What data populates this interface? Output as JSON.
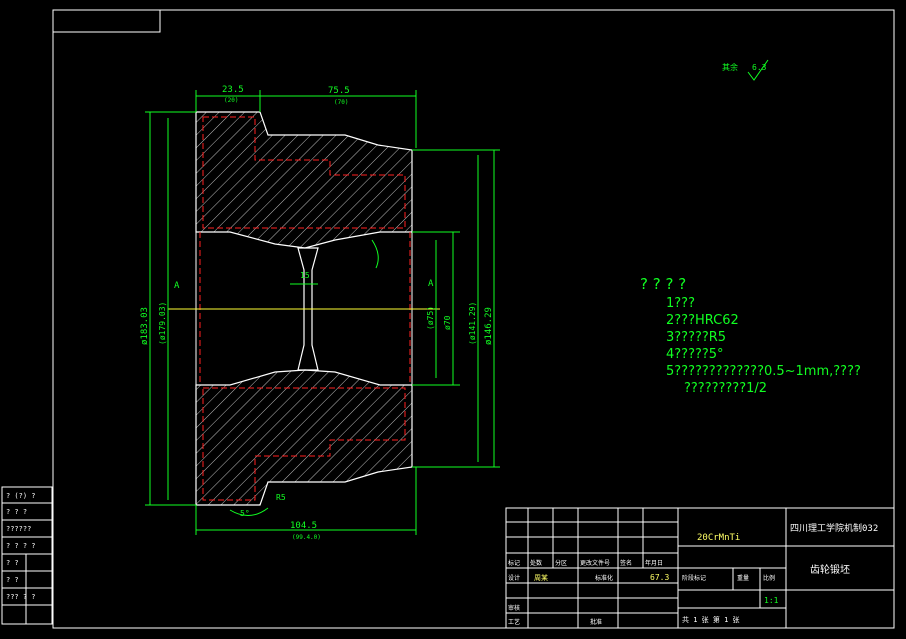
{
  "drawing": {
    "title_material": "20CrMnTi",
    "school": "四川理工学院机制032",
    "part_name": "齿轮锻坯",
    "scale": "1:1",
    "sheet_label": "共 1 张 第 1 张",
    "title_cells": [
      "标记",
      "处数",
      "分区",
      "更改文件号",
      "签名",
      "年月日"
    ],
    "title_cells2": [
      "设计",
      "周某",
      "标准化",
      "阶段标记",
      "重量",
      "比例"
    ],
    "title_cells3": [
      "审核",
      "工艺",
      "批准"
    ],
    "designer": "周某",
    "weight": "67.3",
    "roughness_symbol": "6.3",
    "roughness_prefix": "其余"
  },
  "dimensions": {
    "top_left": "23.5",
    "top_left_sub": "(20)",
    "top_right": "75.5",
    "top_right_sub": "(70)",
    "bottom": "104.5",
    "bottom_sub": "(99.4.0)",
    "outer_dia": "ø183.03",
    "outer_dia_ref": "(ø179.03)",
    "right_dia": "ø146.29",
    "right_dia_ref": "(ø141.29)",
    "bore_dia": "ø70",
    "bore_dia_ref": "(ø75)",
    "web": "15",
    "chamfer": "R5",
    "angle": "5°",
    "section": "A"
  },
  "notes": {
    "heading": "? ? ? ?",
    "lines": [
      "1???",
      "2???HRC62",
      "3?????R5",
      "4?????5°",
      "5?????????????0.5~1mm,????",
      "?????????1/2"
    ]
  },
  "left_table": {
    "rows": [
      "? (?) ?",
      "? ? ?",
      "??????",
      "? ? ? ?",
      "? ?",
      "? ?",
      "???  ? ?"
    ]
  }
}
